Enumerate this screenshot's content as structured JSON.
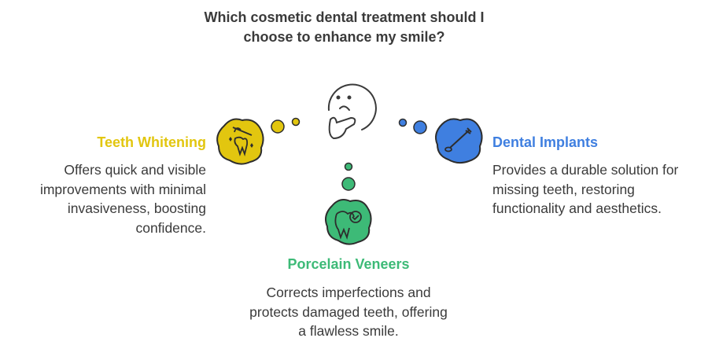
{
  "question": "Which cosmetic dental treatment should I choose to enhance my smile?",
  "options": [
    {
      "title": "Teeth Whitening",
      "description": "Offers quick and visible improvements with minimal invasiveness, boosting confidence.",
      "color": "#e2c60f",
      "icon": "toothbrush-tooth-icon"
    },
    {
      "title": "Dental Implants",
      "description": "Provides a durable solution for missing teeth, restoring functionality and aesthetics.",
      "color": "#3f7fe0",
      "icon": "dental-mirror-icon"
    },
    {
      "title": "Porcelain Veneers",
      "description": "Corrects imperfections and protects damaged teeth, offering a flawless smile.",
      "color": "#3dba77",
      "icon": "tooth-check-icon"
    }
  ]
}
